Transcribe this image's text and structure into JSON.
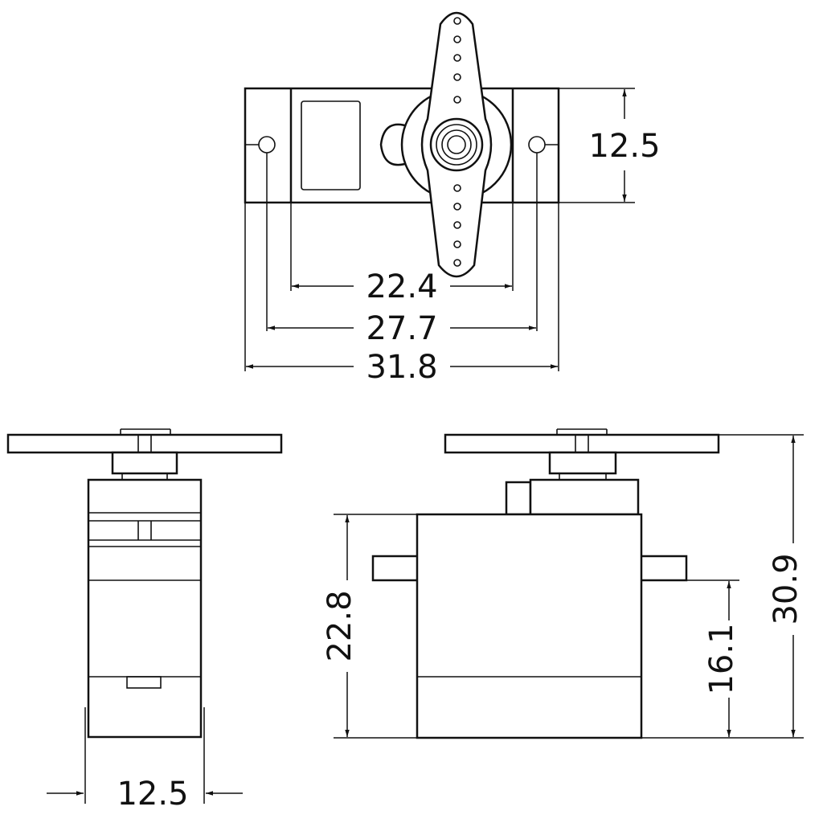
{
  "dimensions": {
    "top_height": "12.5",
    "hole_inner": "22.4",
    "hole_spacing": "27.7",
    "overall_width": "31.8",
    "side_width": "12.5",
    "body_height": "22.8",
    "tab_height": "16.1",
    "overall_height": "30.9"
  },
  "colors": {
    "line": "#111111",
    "background": "#ffffff"
  }
}
